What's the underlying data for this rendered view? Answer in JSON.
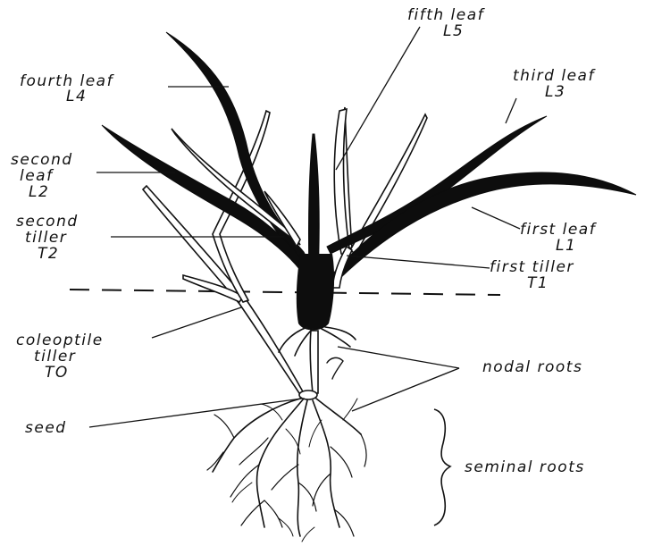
{
  "labels": {
    "fifth_leaf": [
      "fifth  leaf",
      "L5"
    ],
    "fourth_leaf": [
      "fourth  leaf",
      "L4"
    ],
    "third_leaf": [
      "third  leaf",
      "L3"
    ],
    "second_leaf": [
      "second",
      "leaf",
      "L2"
    ],
    "second_tiller": [
      "second",
      "tiller",
      "T2"
    ],
    "first_leaf": [
      "first  leaf",
      "L1"
    ],
    "first_tiller": [
      "first  tiller",
      "T1"
    ],
    "coleoptile_tiller": [
      "coleoptile",
      "tiller",
      "TO"
    ],
    "nodal_roots": "nodal  roots",
    "seed": "seed",
    "seminal_roots": "seminal  roots"
  },
  "colors": {
    "ink": "#0d0d0d",
    "paper": "#ffffff"
  }
}
